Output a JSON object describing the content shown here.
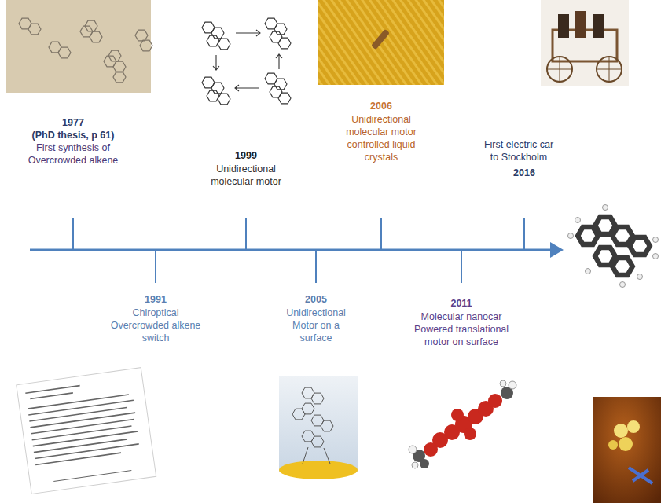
{
  "diagram": {
    "labels": [
      "1977",
      "(PhD thesis, p 61)",
      "First synthesis of Overcrowded alkene",
      "1991",
      "Chiroptical Overcrowded alkene switch",
      "2005",
      "Unidirectional Motor on a surface",
      "1999",
      "Unidirectional molecular motor",
      "2006",
      "Unidirectional molecular motor controlled liquid crystals",
      "2011",
      "Molecular nanocar Powered translational motor on surface",
      "First electric car to Stockholm",
      "2016"
    ]
  }
}
